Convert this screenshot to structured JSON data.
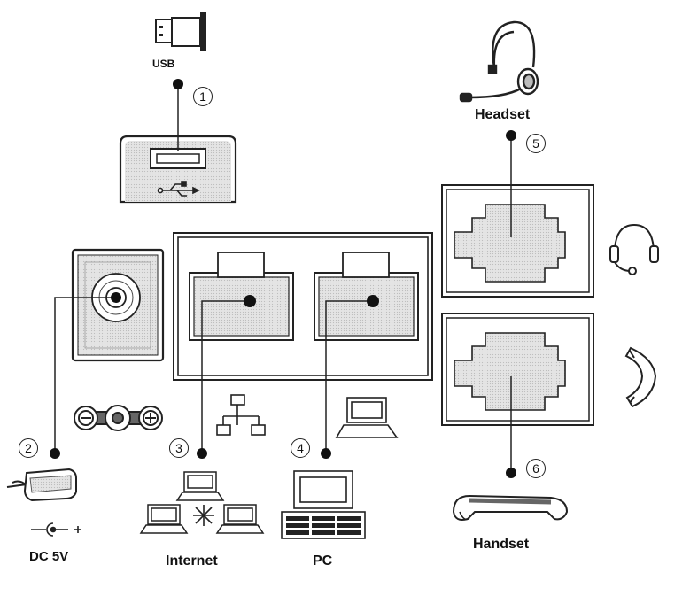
{
  "labels": {
    "usb": "USB",
    "headset": "Headset",
    "dc": "DC 5V",
    "internet": "Internet",
    "pc": "PC",
    "handset": "Handset"
  },
  "callouts": {
    "n1": "1",
    "n2": "2",
    "n3": "3",
    "n4": "4",
    "n5": "5",
    "n6": "6"
  }
}
